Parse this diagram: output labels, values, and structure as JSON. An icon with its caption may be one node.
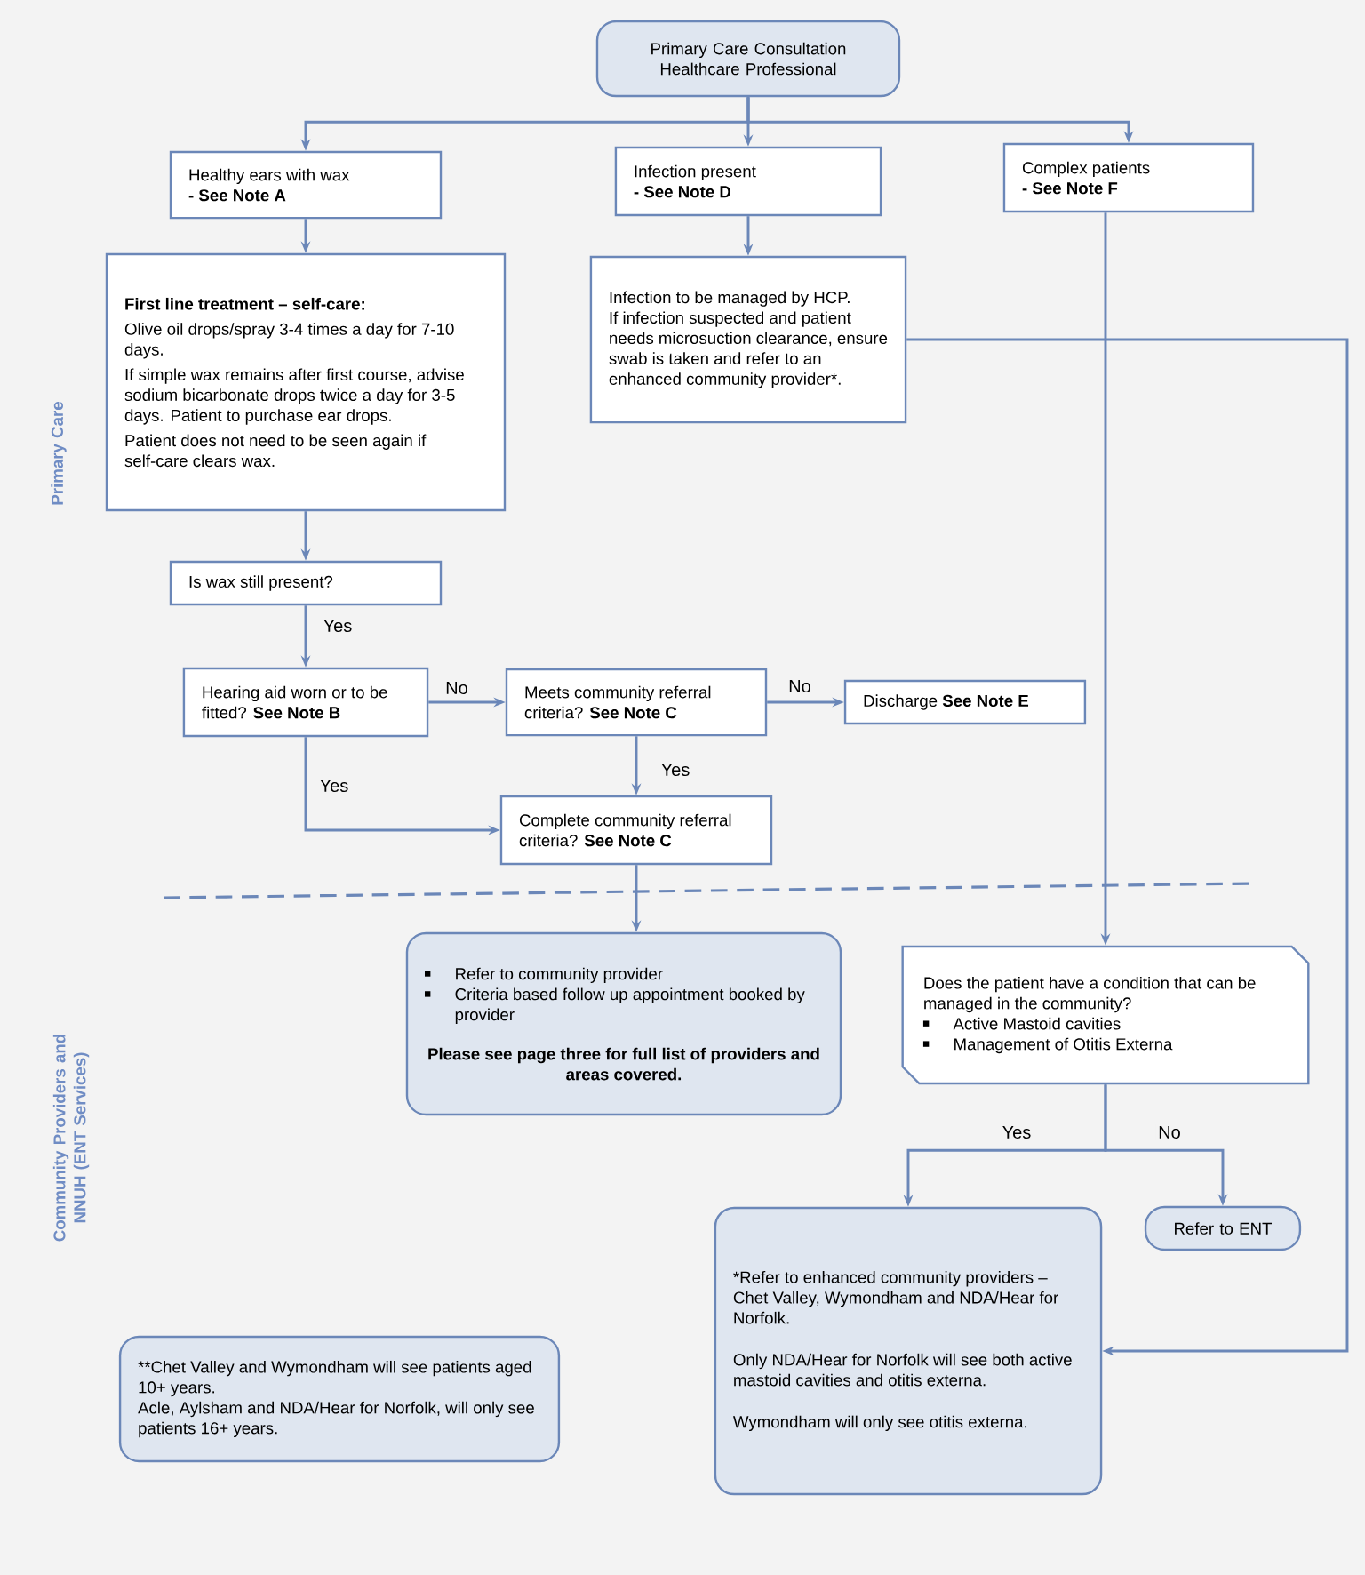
{
  "diagram": {
    "nodes": [
      {
        "text": [
          "Primary Care Consultation Healthcare Professional"
        ]
      },
      {
        "text": [
          "Healthy ears with wax",
          "- See Note A"
        ]
      },
      {
        "text": [
          "Infection present",
          "- See Note D"
        ]
      },
      {
        "text": [
          "Complex patients",
          "- See Note F"
        ]
      },
      {
        "text": [
          "First line treatment – self-care:",
          "Olive oil drops/spray 3-4 times a day for 7-10 days.",
          "If simple wax remains after first course, advise sodium bicarbonate drops twice a day for 3-5 days. Patient to purchase ear drops.",
          "Patient does not need to be seen again if self-care clears wax."
        ]
      },
      {
        "text": [
          "Infection to be managed by HCP.",
          "If infection suspected and patient needs microsuction clearance, ensure swab is taken and refer to an enhanced community provider*."
        ]
      },
      {
        "text": [
          "Is wax still present?"
        ]
      },
      {
        "text": [
          "Hearing aid worn or to be fitted? **See Note B**"
        ]
      },
      {
        "text": [
          "Meets community referral criteria? **See Note C**"
        ]
      },
      {
        "text": [
          "Discharge **See Note E**"
        ]
      },
      {
        "text": [
          "Complete community referral criteria? **See Note C**"
        ]
      },
      {
        "text": [
          "Refer to community provider",
          "Criteria based follow up appointment booked by provider",
          "Please see page three for full list of providers and areas covered."
        ]
      },
      {
        "text": [
          "Does the patient have a condition that can be managed in the community?",
          "Active Mastoid cavities",
          "Management of Otitis Externa"
        ]
      },
      {
        "text": [
          "Refer to ENT"
        ]
      },
      {
        "text": [
          "*Refer to enhanced community providers – Chet Valley, Wymondham and NDA/Hear for Norfolk.",
          "Only NDA/Hear for Norfolk will see both active mastoid cavities and otitis externa.",
          "Wymondham will only see otitis externa."
        ]
      },
      {
        "text": [
          "**Chet Valley and Wymondham will see patients aged 10+ years.",
          "Acle, Aylsham and NDA/Hear for Norfolk, will only see patients 16+ years."
        ]
      }
    ],
    "edges": [
      {
        "from": 0,
        "to": 1,
        "arrow": "to"
      },
      {
        "from": 0,
        "to": 2,
        "arrow": "to"
      },
      {
        "from": 0,
        "to": 3,
        "arrow": "to"
      },
      {
        "from": 1,
        "to": 4,
        "arrow": "to"
      },
      {
        "from": 2,
        "to": 5,
        "arrow": "to"
      },
      {
        "from": 4,
        "to": 6,
        "arrow": "to"
      },
      {
        "from": 6,
        "to": 7,
        "arrow": "to",
        "label": "Yes"
      },
      {
        "from": 7,
        "to": 8,
        "arrow": "to",
        "label": "No"
      },
      {
        "from": 8,
        "to": 9,
        "arrow": "to",
        "label": "No"
      },
      {
        "from": 8,
        "to": 10,
        "arrow": "to",
        "label": "Yes"
      },
      {
        "from": 7,
        "to": 10,
        "arrow": "to",
        "label": "Yes"
      },
      {
        "from": 10,
        "to": 11,
        "arrow": "to"
      },
      {
        "from": 3,
        "to": 12,
        "arrow": "to"
      },
      {
        "from": 5,
        "to": 14,
        "arrow": "to"
      },
      {
        "from": 12,
        "to": 14,
        "arrow": "to",
        "label": "Yes"
      },
      {
        "from": 12,
        "to": 13,
        "arrow": "to",
        "label": "No"
      }
    ],
    "labels": [
      "Primary Care",
      "Community Providers and NNUH (ENT Services)"
    ]
  }
}
